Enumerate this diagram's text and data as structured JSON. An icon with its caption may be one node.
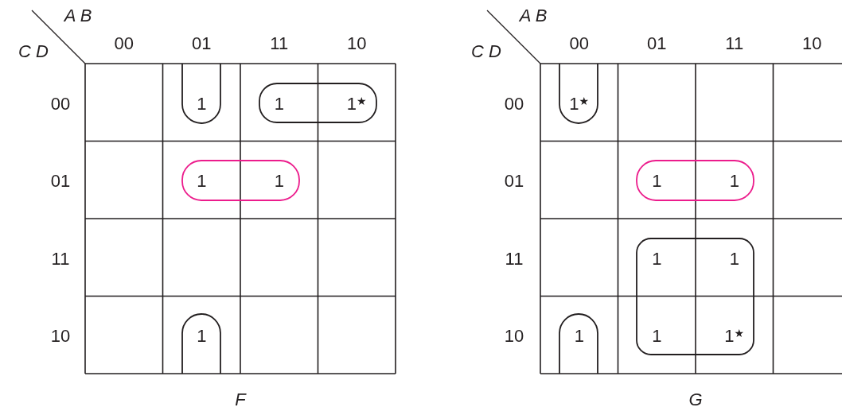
{
  "diagram": {
    "labels": [
      "A B",
      "C D",
      "00",
      "01",
      "11",
      "10",
      "00",
      "1",
      "1",
      "1$^{★}$",
      "01",
      "1",
      "1",
      "11",
      "10",
      "1",
      "F",
      "A B",
      "C D",
      "00",
      "01",
      "11",
      "10",
      "00",
      "1$^{★}$",
      "01",
      "1",
      "1",
      "11",
      "1",
      "1",
      "10",
      "1",
      "1",
      "1$^{★}$",
      "G"
    ]
  }
}
